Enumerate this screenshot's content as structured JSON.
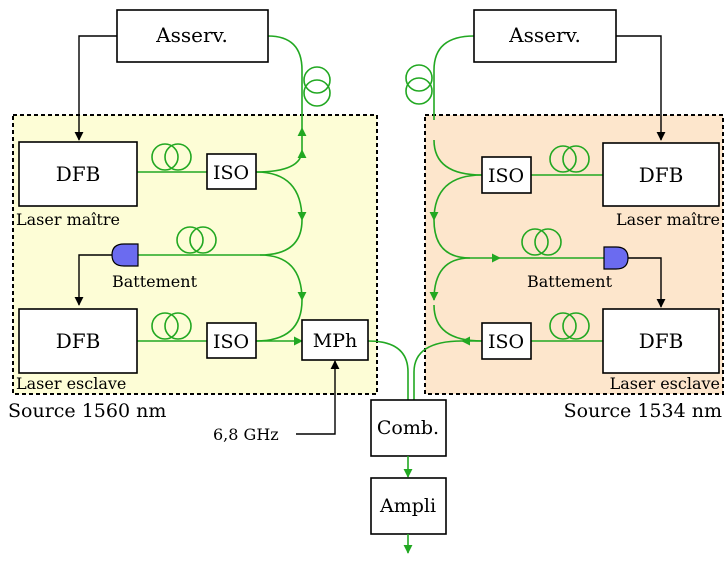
{
  "colors": {
    "fiber": "#22a822",
    "left_panel_fill": "#fdfdd6",
    "right_panel_fill": "#fde6cc",
    "detector_fill": "#6b6bf0",
    "border": "#000000"
  },
  "left_source": {
    "title": "Source 1560 nm",
    "asserv": "Asserv.",
    "master": {
      "box": "DFB",
      "caption": "Laser maître"
    },
    "master_iso": "ISO",
    "beat": "Battement",
    "slave": {
      "box": "DFB",
      "caption": "Laser esclave"
    },
    "slave_iso": "ISO",
    "modulator": "MPh",
    "rf_input": "6,8 GHz"
  },
  "right_source": {
    "title": "Source 1534 nm",
    "asserv": "Asserv.",
    "master": {
      "box": "DFB",
      "caption": "Laser maître"
    },
    "master_iso": "ISO",
    "beat": "Battement",
    "slave": {
      "box": "DFB",
      "caption": "Laser esclave"
    },
    "slave_iso": "ISO"
  },
  "combiner": "Comb.",
  "amplifier": "Ampli",
  "icons": [
    "fiber-coil-icon",
    "photodetector-icon",
    "arrow-icon"
  ]
}
